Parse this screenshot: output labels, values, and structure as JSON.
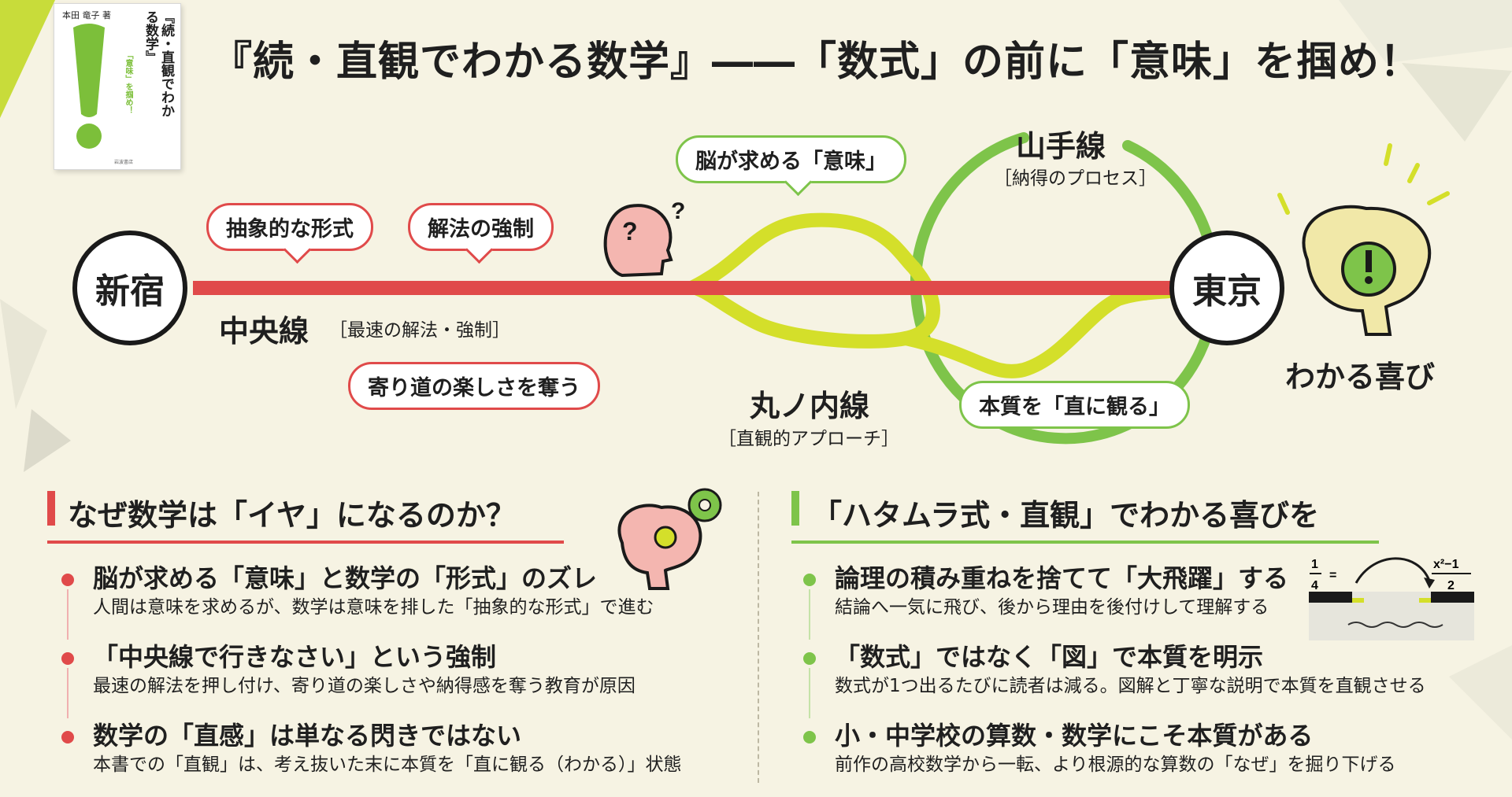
{
  "colors": {
    "red": "#e04a4a",
    "green": "#7ec44a",
    "yellow_green": "#d4df2a",
    "ink": "#1a1a1a",
    "background": "#f6f3e3"
  },
  "book": {
    "author": "本田 竜子 著",
    "title": "『続・直観でわかる数学』",
    "subtitle": "「意味」を掴め！",
    "publisher": "岩波書店"
  },
  "headline": "『続・直観でわかる数学』――「数式」の前に「意味」を掴め！",
  "map": {
    "stations": {
      "start": "新宿",
      "end": "東京"
    },
    "lines": {
      "chuo": {
        "name": "中央線",
        "note": "［最速の解法・強制］"
      },
      "yamanote": {
        "name": "山手線",
        "note": "［納得のプロセス］"
      },
      "marunouchi": {
        "name": "丸ノ内線",
        "note": "［直観的アプローチ］"
      }
    },
    "callouts": {
      "abstract": "抽象的な形式",
      "forced": "解法の強制",
      "detour": "寄り道の楽しさを奪う",
      "meaning": "脳が求める「意味」",
      "essence": "本質を「直に観る」"
    },
    "joy": "わかる喜び",
    "icons": [
      "question-head-icon",
      "brain-exclamation-icon",
      "brain-gears-icon",
      "bridge-formula-icon"
    ]
  },
  "left_section": {
    "title": "なぜ数学は「イヤ」になるのか？",
    "points": [
      {
        "title": "脳が求める「意味」と数学の「形式」のズレ",
        "sub": "人間は意味を求めるが、数学は意味を排した「抽象的な形式」で進む"
      },
      {
        "title": "「中央線で行きなさい」という強制",
        "sub": "最速の解法を押し付け、寄り道の楽しさや納得感を奪う教育が原因"
      },
      {
        "title": "数学の「直感」は単なる閃きではない",
        "sub": "本書での「直観」は、考え抜いた末に本質を「直に観る（わかる）」状態"
      }
    ]
  },
  "right_section": {
    "title": "「ハタムラ式・直観」でわかる喜びを",
    "points": [
      {
        "title": "論理の積み重ねを捨てて「大飛躍」する",
        "sub": "結論へ一気に飛び、後から理由を後付けして理解する"
      },
      {
        "title": "「数式」ではなく「図」で本質を明示",
        "sub": "数式が1つ出るたびに読者は減る。図解と丁寧な説明で本質を直観させる"
      },
      {
        "title": "小・中学校の算数・数学にこそ本質がある",
        "sub": "前作の高校数学から一転、より根源的な算数の「なぜ」を掘り下げる"
      }
    ],
    "formula": {
      "left_num": "1",
      "left_den": "4",
      "eq": "=",
      "right_num": "x²−1",
      "right_den": "2"
    }
  }
}
